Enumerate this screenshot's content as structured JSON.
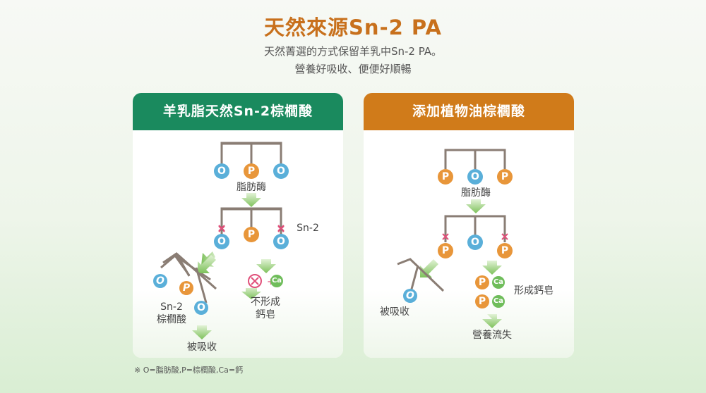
{
  "header": {
    "title": "天然來源Sn-2 PA",
    "subtitle_line1": "天然菁選的方式保留羊乳中Sn-2 PA。",
    "subtitle_line2": "營養好吸收、便便好順暢"
  },
  "left_panel": {
    "heading": "羊乳脂天然Sn-2棕櫚酸",
    "enzyme_label": "脂肪酶",
    "sn2_label": "Sn-2",
    "product_label_line1": "Sn-2",
    "product_label_line2": "棕櫚酸",
    "absorb_label": "被吸收",
    "no_soap_line1": "不形成",
    "no_soap_line2": "鈣皂",
    "ca_symbol": "Ca"
  },
  "right_panel": {
    "heading": "添加植物油棕櫚酸",
    "enzyme_label": "脂肪酶",
    "absorb_label": "被吸收",
    "soap_label": "形成鈣皂",
    "loss_label": "營養流失",
    "ca_symbol": "Ca"
  },
  "footnote": "※ O=脂肪酸,P=棕櫚酸,Ca=鈣",
  "colors": {
    "title": "#c8701c",
    "green_header": "#1a8a5e",
    "orange_header": "#d07b1a",
    "o_circle": "#5aafd9",
    "p_circle": "#e8963a",
    "ca_circle": "#6fbd5b",
    "cross": "#e0507a",
    "bond": "#8a7d74",
    "arrow": "#8cc86a"
  },
  "symbols": {
    "o": "O",
    "p": "P"
  }
}
